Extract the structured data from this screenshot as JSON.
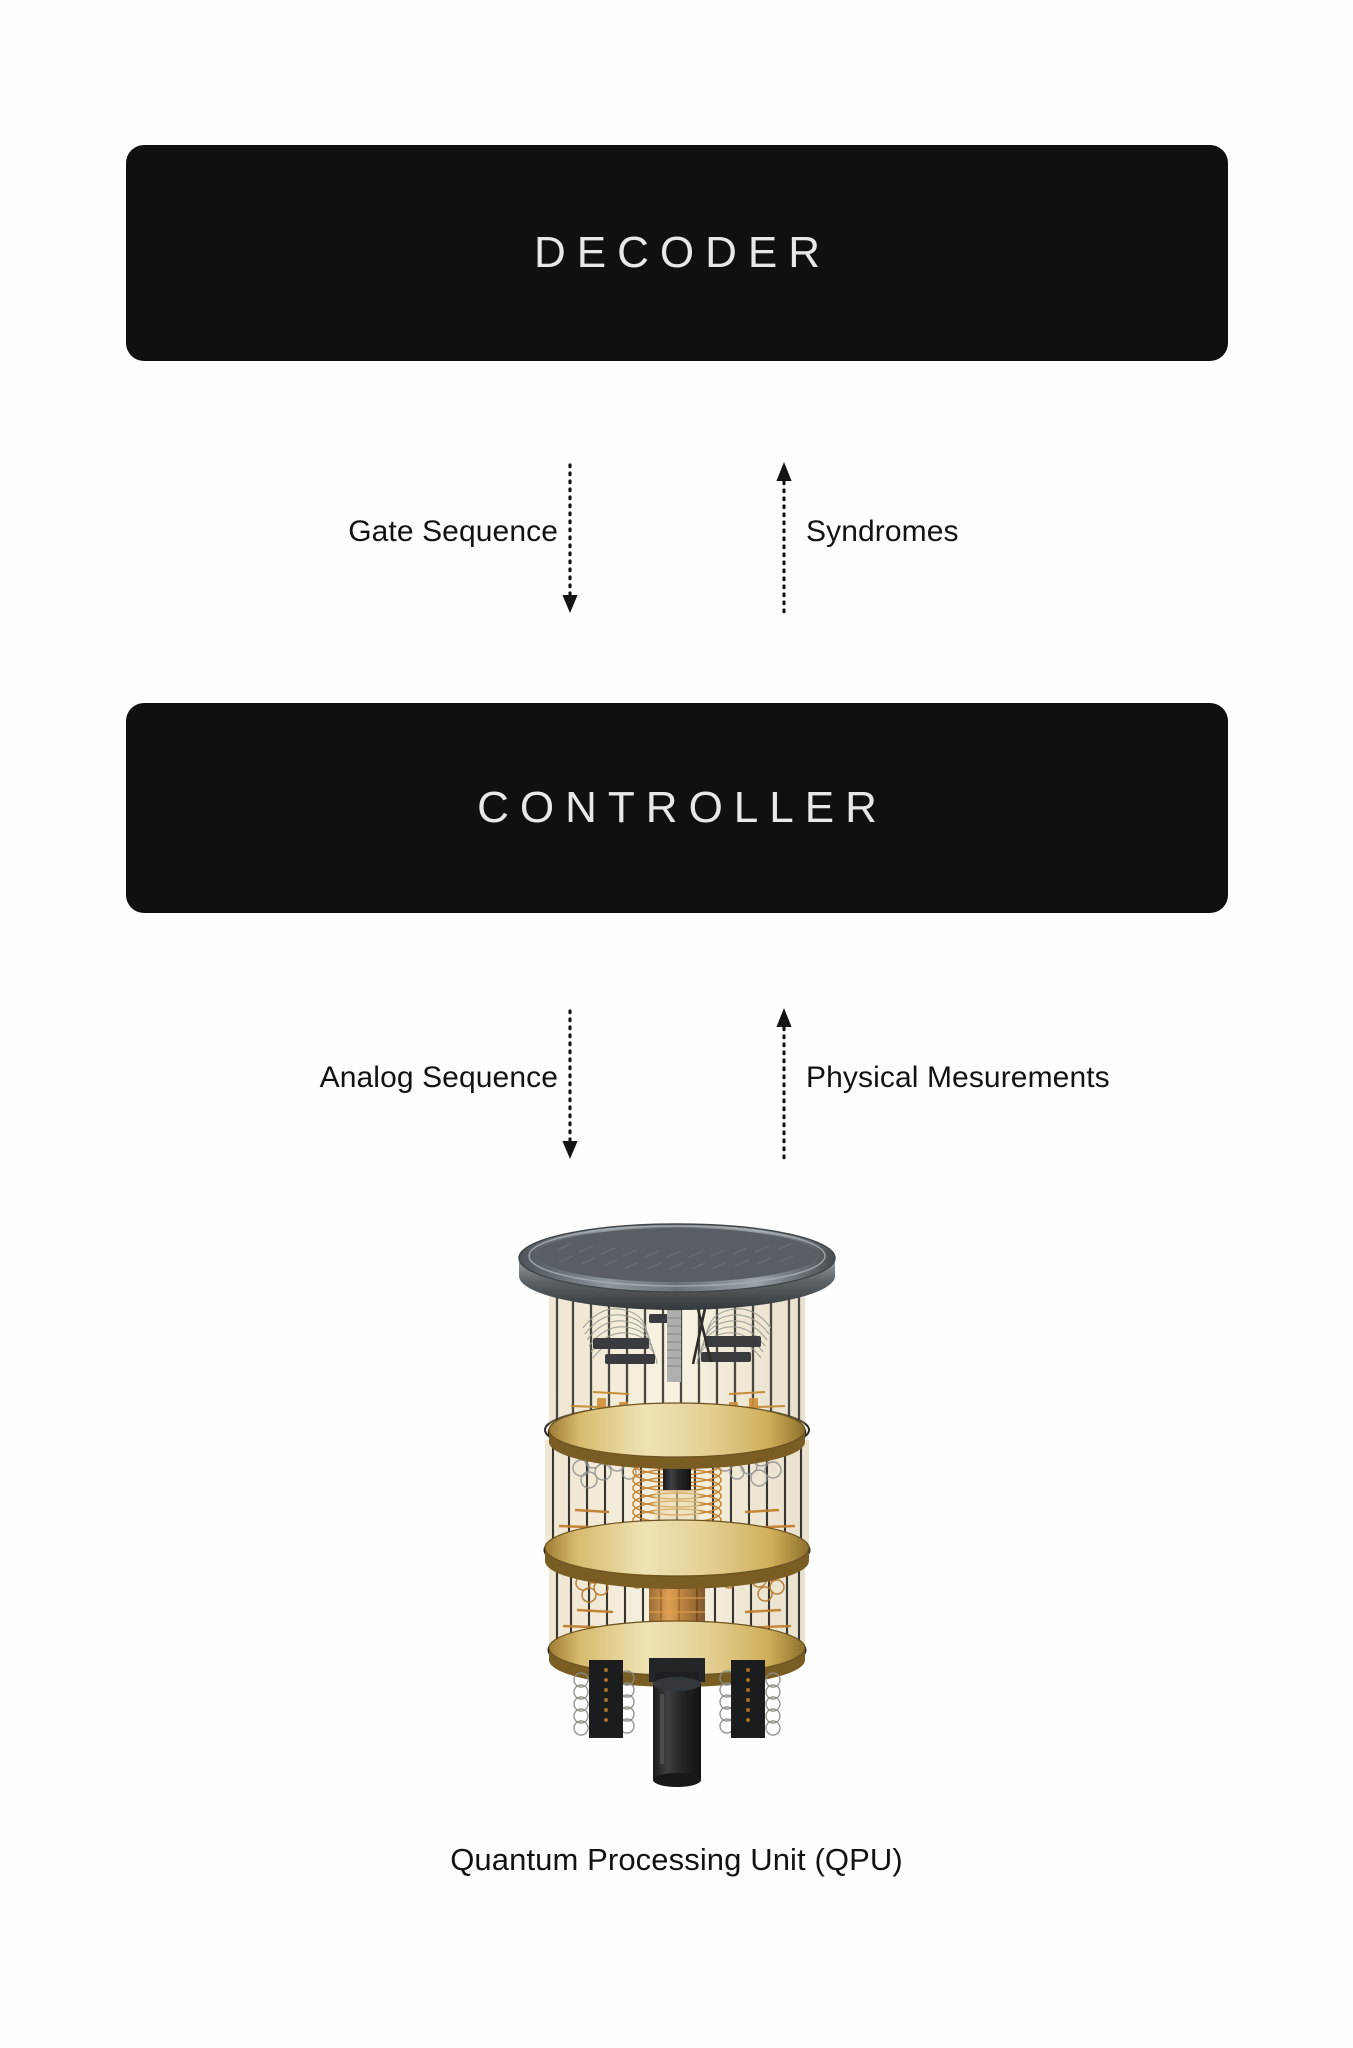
{
  "page": {
    "background_color": "#fefefe",
    "text_color": "#121212",
    "box_color": "#101010",
    "box_text_color": "#e8e8e8"
  },
  "blocks": [
    {
      "id": "decoder",
      "label": "DECODER"
    },
    {
      "id": "controller",
      "label": "CONTROLLER"
    }
  ],
  "flows": [
    {
      "id": "decoder-controller",
      "down": {
        "label": "Gate Sequence",
        "direction": "down",
        "icon": "dotted-arrow-down-icon"
      },
      "up": {
        "label": "Syndromes",
        "direction": "up",
        "icon": "dotted-arrow-up-icon"
      }
    },
    {
      "id": "controller-qpu",
      "down": {
        "label": "Analog Sequence",
        "direction": "down",
        "icon": "dotted-arrow-down-icon"
      },
      "up": {
        "label": "Physical Mesurements",
        "direction": "up",
        "icon": "dotted-arrow-up-icon"
      }
    }
  ],
  "qpu": {
    "caption": "Quantum Processing Unit (QPU)",
    "image_name": "dilution-refrigerator-photo",
    "colors": {
      "plate_gold": "#d9b25a",
      "plate_gold_light": "#efe0ae",
      "frame_dark": "#2a2724",
      "top_plate_steel": "#5b6166",
      "copper": "#c8822c"
    }
  }
}
